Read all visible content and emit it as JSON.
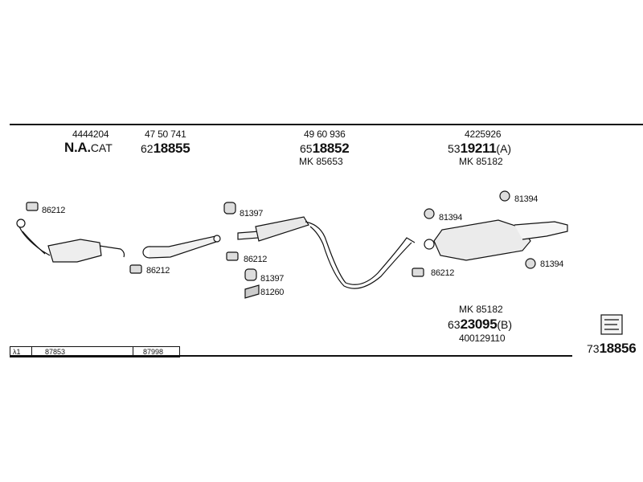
{
  "parts": {
    "cat": {
      "ref": "4444204",
      "name_main": "N.A.",
      "name_suffix": "CAT"
    },
    "front_pipe": {
      "ref": "47 50 741",
      "prefix": "62",
      "number": "18855"
    },
    "middle_silencer": {
      "ref": "49 60 936",
      "prefix": "65",
      "number": "18852",
      "mk": "MK 85653"
    },
    "rear_silencer": {
      "ref": "4225926",
      "prefix": "53",
      "number": "19211",
      "suffix": "(A)",
      "mk": "MK 85182"
    },
    "rear_alt": {
      "mk": "MK 85182",
      "prefix": "63",
      "number": "23095",
      "suffix": "(B)",
      "ref": "400129110"
    },
    "kit": {
      "prefix": "73",
      "number": "18856"
    }
  },
  "fittings": {
    "f1": "86212",
    "f2": "86212",
    "f3": "81397",
    "f4": "86212",
    "f5": "81397",
    "f6": "81260",
    "f7": "81394",
    "f8": "81394",
    "f9": "86212",
    "f10": "81394"
  },
  "bottom_table": {
    "lambda": "λ1",
    "cell1": "87853",
    "cell2": "87998"
  }
}
